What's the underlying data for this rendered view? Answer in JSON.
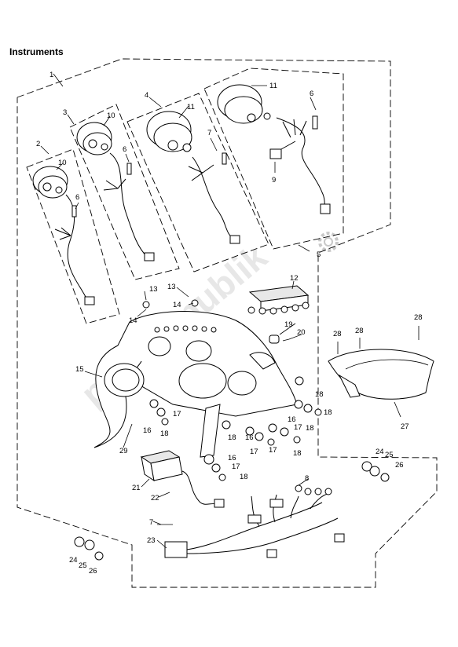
{
  "title": "Instruments",
  "watermark": "partsrepublik",
  "callouts": [
    {
      "id": "c1",
      "text": "1"
    },
    {
      "id": "c2",
      "text": "2"
    },
    {
      "id": "c3",
      "text": "3"
    },
    {
      "id": "c4",
      "text": "4"
    },
    {
      "id": "c5",
      "text": "5"
    },
    {
      "id": "c6a",
      "text": "6"
    },
    {
      "id": "c6b",
      "text": "6"
    },
    {
      "id": "c6c",
      "text": "6"
    },
    {
      "id": "c7a",
      "text": "7"
    },
    {
      "id": "c7b",
      "text": "7"
    },
    {
      "id": "c8",
      "text": "8"
    },
    {
      "id": "c9",
      "text": "9"
    },
    {
      "id": "c10a",
      "text": "10"
    },
    {
      "id": "c10b",
      "text": "10"
    },
    {
      "id": "c11a",
      "text": "11"
    },
    {
      "id": "c11b",
      "text": "11"
    },
    {
      "id": "c12",
      "text": "12"
    },
    {
      "id": "c13a",
      "text": "13"
    },
    {
      "id": "c13b",
      "text": "13"
    },
    {
      "id": "c14a",
      "text": "14"
    },
    {
      "id": "c14b",
      "text": "14"
    },
    {
      "id": "c15",
      "text": "15"
    },
    {
      "id": "c16a",
      "text": "16"
    },
    {
      "id": "c16b",
      "text": "16"
    },
    {
      "id": "c16c",
      "text": "16"
    },
    {
      "id": "c16d",
      "text": "16"
    },
    {
      "id": "c17a",
      "text": "17"
    },
    {
      "id": "c17b",
      "text": "17"
    },
    {
      "id": "c17c",
      "text": "17"
    },
    {
      "id": "c17d",
      "text": "17"
    },
    {
      "id": "c17e",
      "text": "17"
    },
    {
      "id": "c18a",
      "text": "18"
    },
    {
      "id": "c18b",
      "text": "18"
    },
    {
      "id": "c18c",
      "text": "18"
    },
    {
      "id": "c18d",
      "text": "18"
    },
    {
      "id": "c18e",
      "text": "18"
    },
    {
      "id": "c18f",
      "text": "18"
    },
    {
      "id": "c18g",
      "text": "18"
    },
    {
      "id": "c19",
      "text": "19"
    },
    {
      "id": "c20",
      "text": "20"
    },
    {
      "id": "c21",
      "text": "21"
    },
    {
      "id": "c22",
      "text": "22"
    },
    {
      "id": "c23",
      "text": "23"
    },
    {
      "id": "c24a",
      "text": "24"
    },
    {
      "id": "c24b",
      "text": "24"
    },
    {
      "id": "c25a",
      "text": "25"
    },
    {
      "id": "c25b",
      "text": "25"
    },
    {
      "id": "c26a",
      "text": "26"
    },
    {
      "id": "c26b",
      "text": "26"
    },
    {
      "id": "c27",
      "text": "27"
    },
    {
      "id": "c28a",
      "text": "28"
    },
    {
      "id": "c28b",
      "text": "28"
    },
    {
      "id": "c28c",
      "text": "28"
    },
    {
      "id": "c29",
      "text": "29"
    }
  ]
}
